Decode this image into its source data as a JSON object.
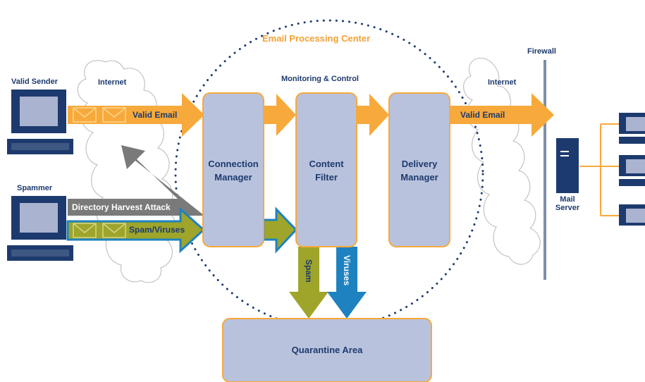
{
  "title": "Email Processing Center",
  "monitoring": "Monitoring & Control",
  "firewall": "Firewall",
  "clouds": {
    "left": "Internet",
    "right": "Internet"
  },
  "senders": {
    "valid": "Valid Sender",
    "spammer": "Spammer"
  },
  "arrows": {
    "valid_in": "Valid Email",
    "valid_out": "Valid Email",
    "harvest": "Directory Harvest Attack",
    "spam_in": "Spam/Viruses",
    "spam_down": "Spam",
    "viruses_down": "Viruses"
  },
  "nodes": {
    "connection": {
      "line1": "Connection",
      "line2": "Manager"
    },
    "content": {
      "line1": "Content",
      "line2": "Filter"
    },
    "delivery": {
      "line1": "Delivery",
      "line2": "Manager"
    },
    "quarantine": "Quarantine Area"
  },
  "mail_server": {
    "line1": "Mail",
    "line2": "Server"
  },
  "colors": {
    "orange": "#f7a93b",
    "box_fill": "#b9c2dd",
    "navy": "#1d3a6e",
    "olive": "#9ea52a",
    "blue": "#1f82c0",
    "gray": "#7a7a7a"
  }
}
